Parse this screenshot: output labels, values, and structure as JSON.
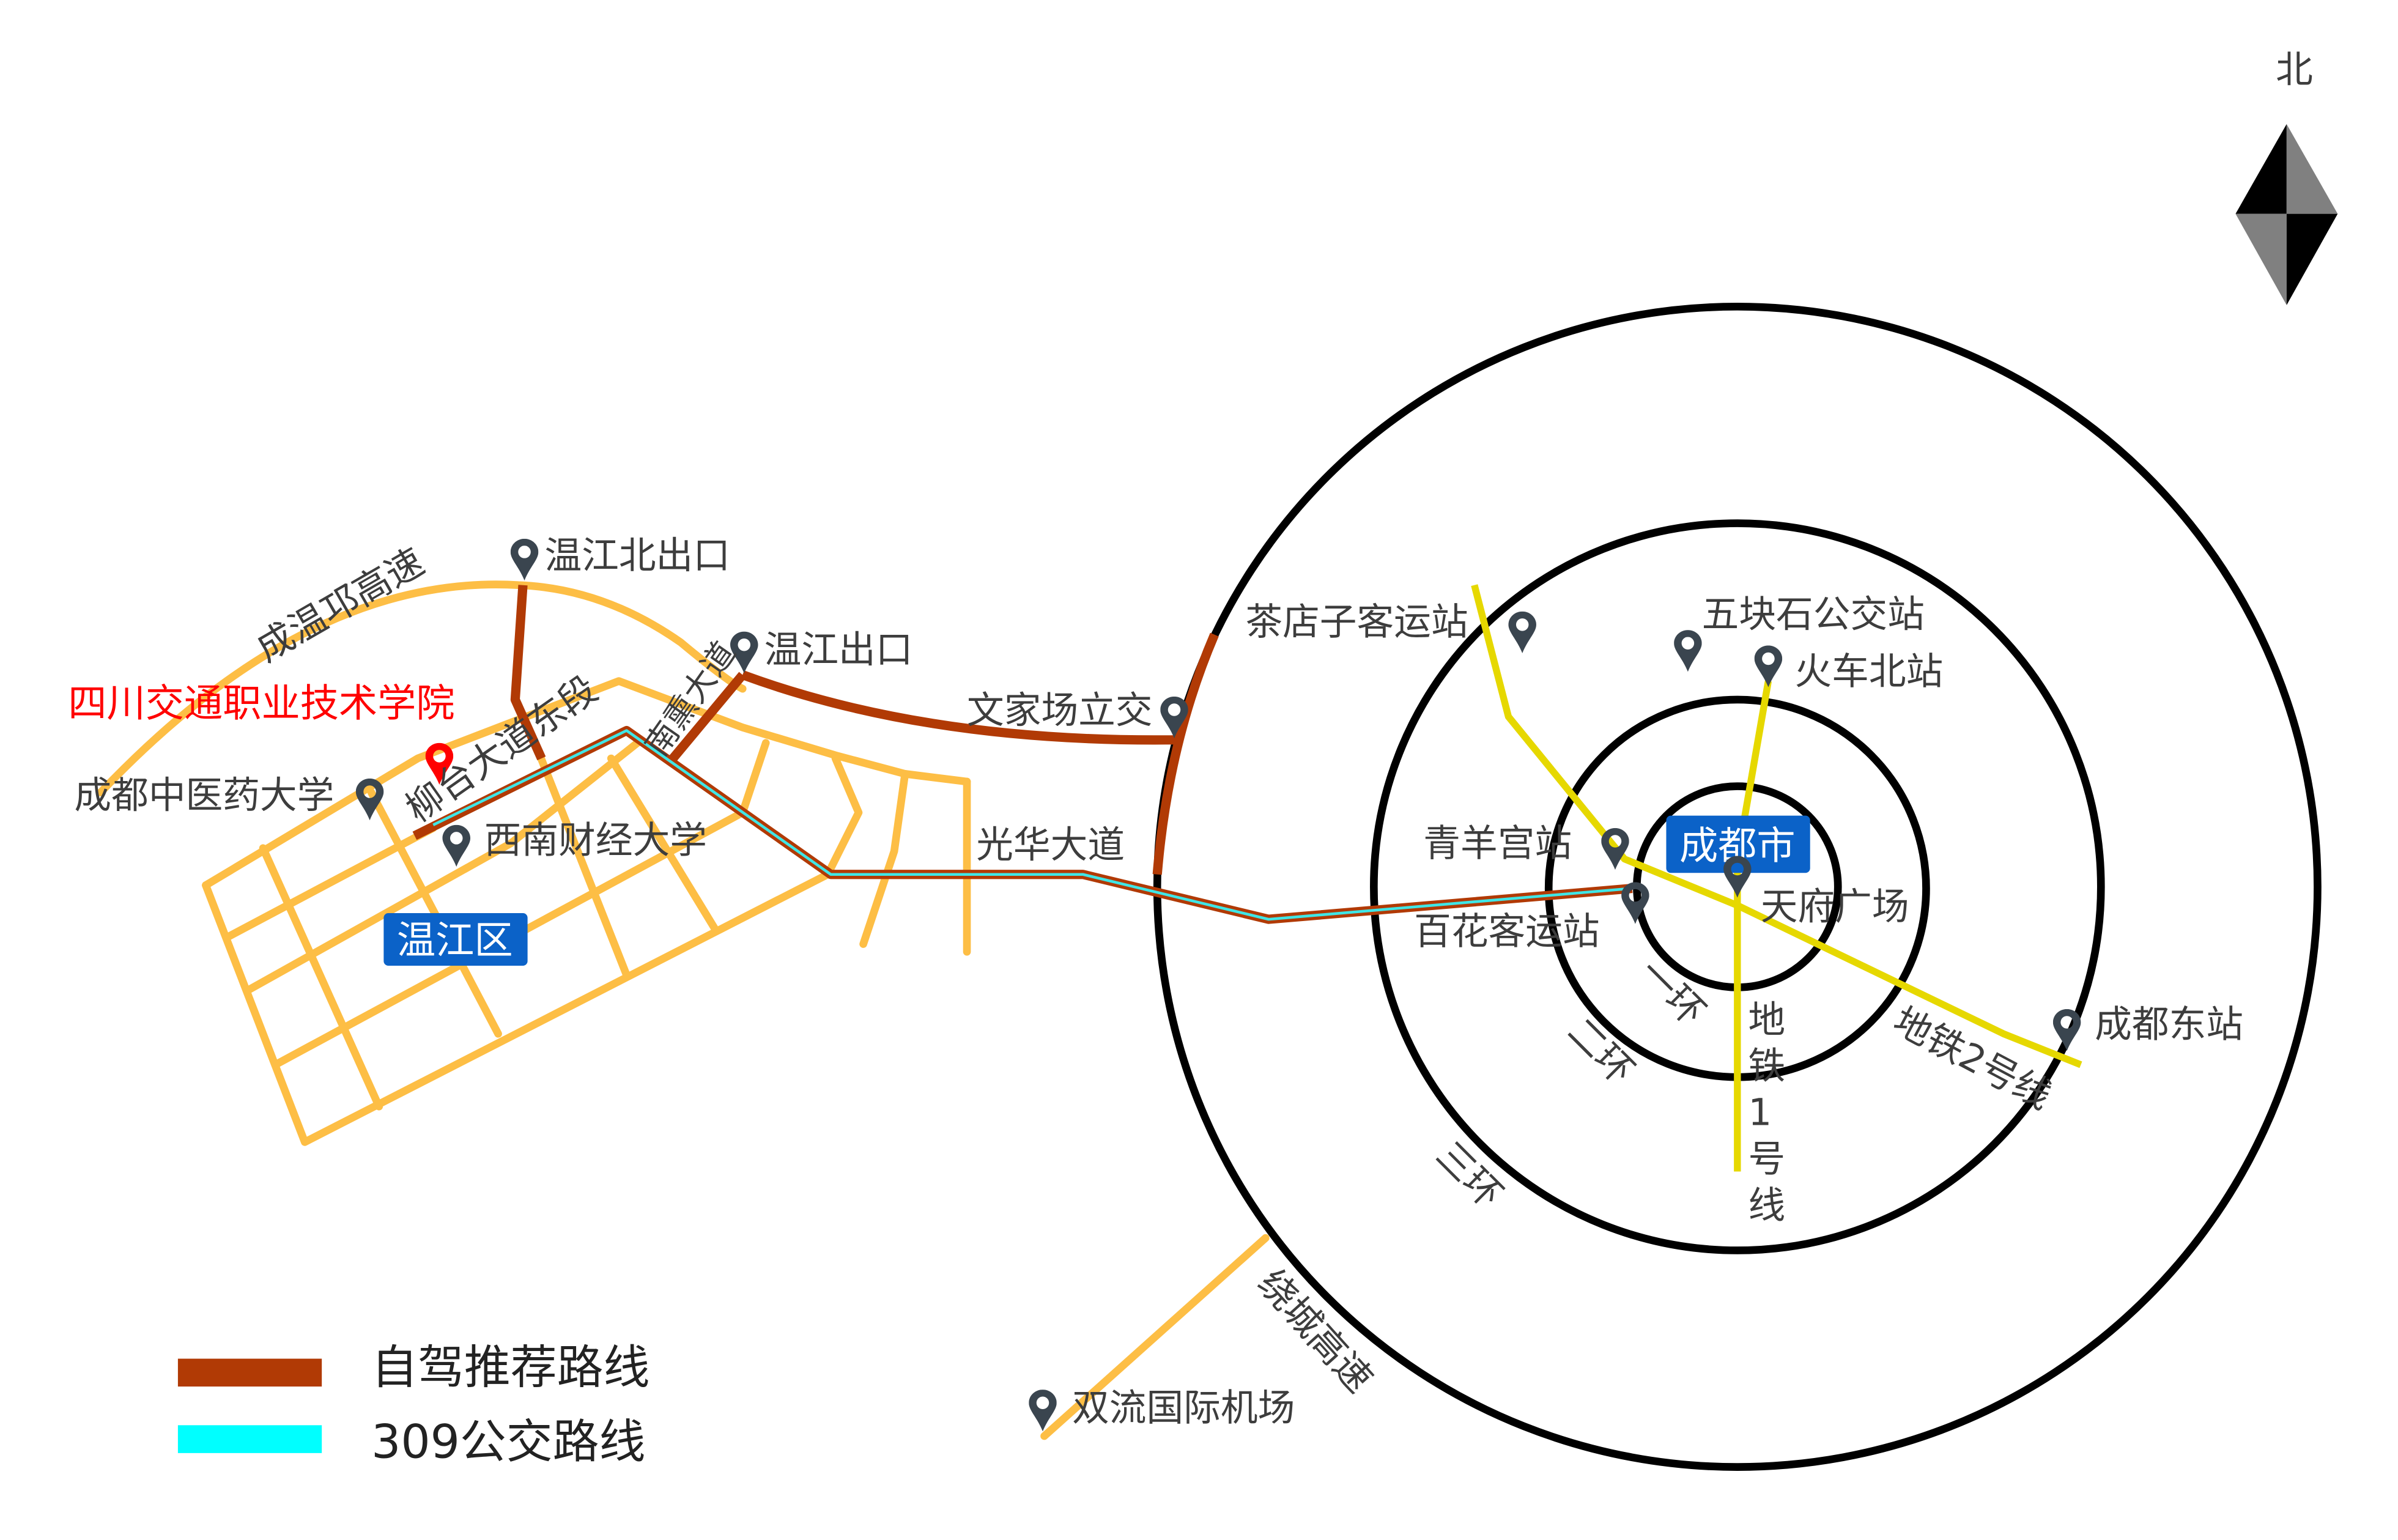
{
  "north_label": "北",
  "colors": {
    "drive_route": "#b13a05",
    "bus_route": "#00ffff",
    "road": "#fdbe45",
    "metro": "#e6d800",
    "badge": "#0b62c8",
    "highlight": "#ff0000"
  },
  "places": {
    "school": "四川交通职业技术学院",
    "wenjiang_north_exit": "温江北出口",
    "wenjiang_exit": "温江出口",
    "wenjiachang": "文家场立交",
    "tcm_university": "成都中医药大学",
    "swufe": "西南财经大学",
    "wenjiang_district": "温江区",
    "chadianzi": "茶店子客运站",
    "wukuaishi": "五块石公交站",
    "north_station": "火车北站",
    "qingyanggong": "青羊宫站",
    "chengdu_city": "成都市",
    "tianfu_square": "天府广场",
    "baihua": "百花客运站",
    "east_station": "成都东站",
    "airport": "双流国际机场"
  },
  "roads": {
    "chengwenqiong": "成温邛高速",
    "liutai": "柳台大道东段",
    "nanxun": "南熏大道",
    "guanghua": "光华大道",
    "ring1": "一环",
    "ring2": "二环",
    "ring3": "三环",
    "raocheng": "绕城高速",
    "metro1": [
      "地",
      "铁",
      "1",
      "号",
      "线"
    ],
    "metro2": "地铁2号线"
  },
  "legend": {
    "drive": "自驾推荐路线",
    "bus": "309公交路线"
  }
}
